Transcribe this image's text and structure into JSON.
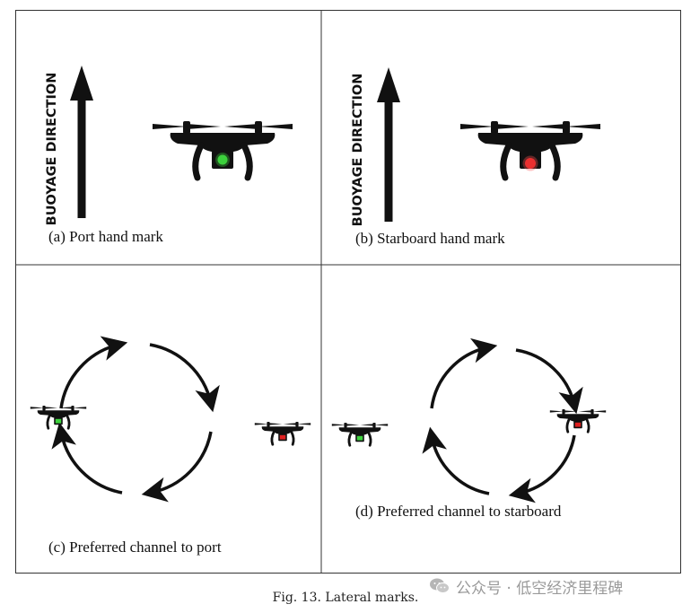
{
  "panels": {
    "a": {
      "caption": "(a)  Port hand mark",
      "arrow_label": "BUOYAGE DIRECTION",
      "light": "green"
    },
    "b": {
      "caption": "(b)  Starboard hand mark",
      "arrow_label": "BUOYAGE DIRECTION",
      "light": "red"
    },
    "c": {
      "caption": "(c)  Preferred channel to port"
    },
    "d": {
      "caption": "(d)  Preferred channel to starboard"
    }
  },
  "figure_caption": "Fig. 13.  Lateral marks.",
  "watermark": {
    "text": "公众号 · 低空经济里程碑",
    "icon": "wechat-icon"
  },
  "colors": {
    "green": "#3dd23d",
    "red": "#e02020",
    "drone": "#111111",
    "border": "#333333"
  }
}
